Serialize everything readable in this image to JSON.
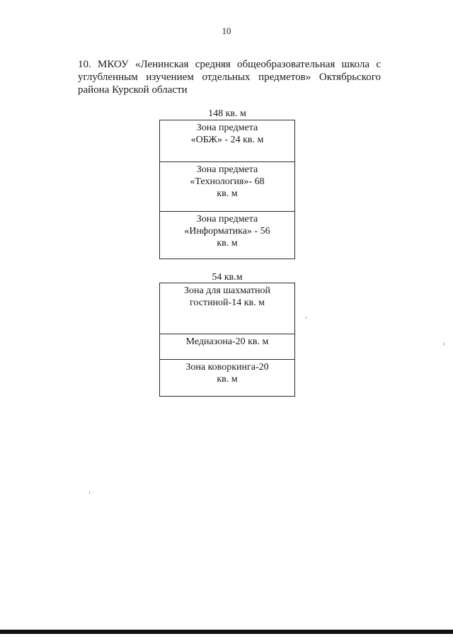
{
  "page_number": "10",
  "heading": {
    "lines": [
      "10. МКОУ «Ленинская средняя общеобразовательная школа с",
      "углубленным изучением отдельных предметов» Октябрьского",
      "района Курской области"
    ]
  },
  "blocks": [
    {
      "title": "148 кв. м",
      "zones": [
        {
          "lines": [
            "Зона предмета",
            "«ОБЖ» - 24 кв. м"
          ]
        },
        {
          "lines": [
            "Зона предмета",
            "«Технология»- 68",
            "кв. м"
          ]
        },
        {
          "lines": [
            "Зона предмета",
            "«Информатика» - 56",
            "кв. м"
          ]
        }
      ]
    },
    {
      "title": "54 кв.м",
      "zones": [
        {
          "lines": [
            "Зона для шахматной",
            "гостиной-14 кв. м"
          ]
        },
        {
          "lines": [
            "Медиазона-20 кв. м"
          ]
        },
        {
          "lines": [
            "Зона коворкинга-20",
            "кв. м"
          ]
        }
      ]
    }
  ]
}
